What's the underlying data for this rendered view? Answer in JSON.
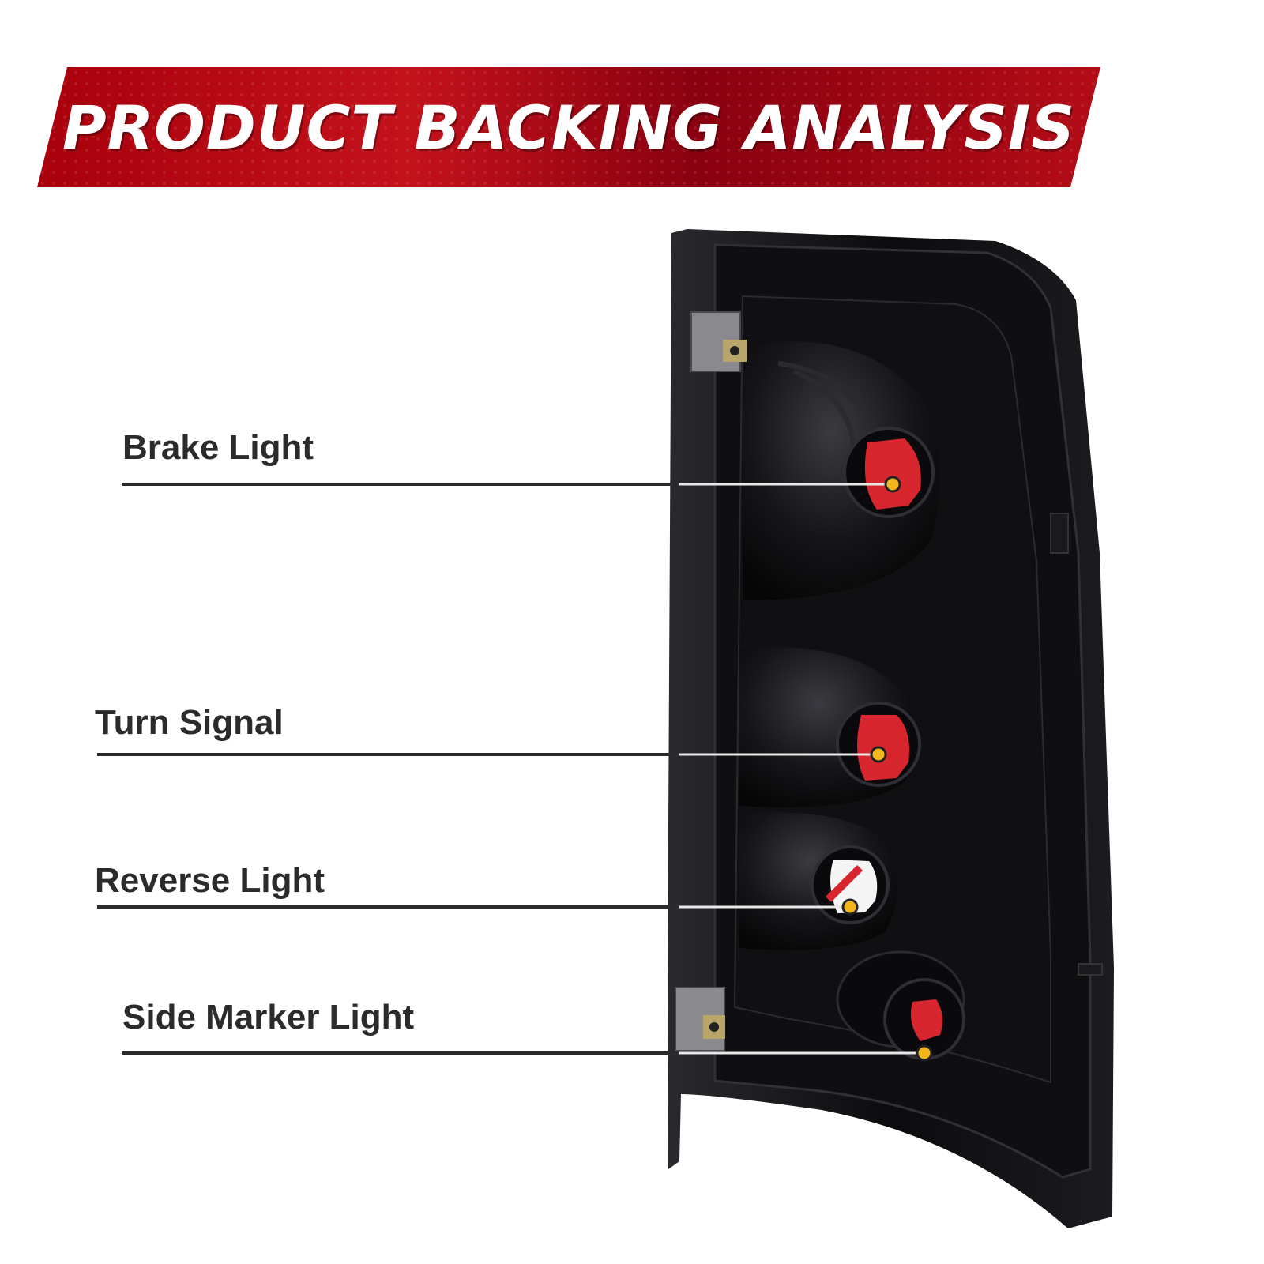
{
  "banner": {
    "title": "PRODUCT BACKING ANALYSIS"
  },
  "callouts": [
    {
      "label": "Brake Light"
    },
    {
      "label": "Turn Signal"
    },
    {
      "label": "Reverse Light"
    },
    {
      "label": "Side Marker Light"
    }
  ],
  "colors": {
    "banner_red": "#c4121b",
    "housing": "#121214",
    "socket_red": "#d7262d",
    "marker_dot": "#f2b51c",
    "text": "#2b2b2b"
  }
}
